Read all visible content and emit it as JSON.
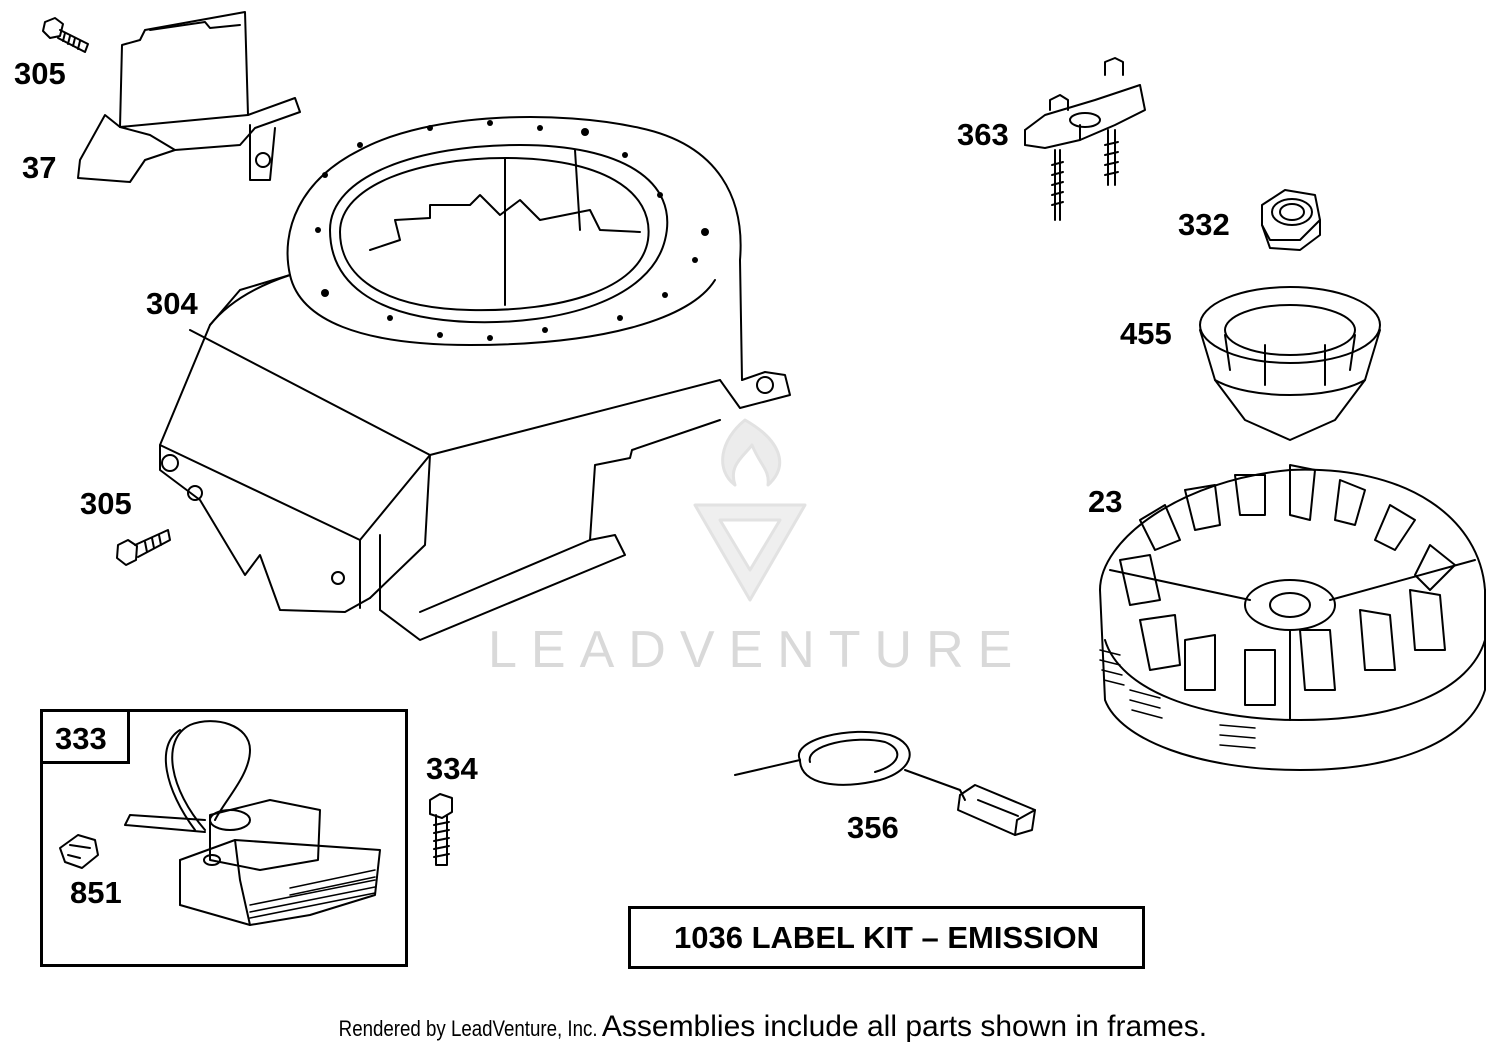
{
  "diagram": {
    "callouts": {
      "p305_top": "305",
      "p37": "37",
      "p304": "304",
      "p305_mid": "305",
      "p363": "363",
      "p332": "332",
      "p455": "455",
      "p23": "23",
      "p333": "333",
      "p851": "851",
      "p334": "334",
      "p356": "356"
    },
    "label_kit": "1036 LABEL KIT – EMISSION",
    "watermark": "LEADVENTURE"
  },
  "footer": {
    "credit": "Rendered by LeadVenture, Inc.",
    "note": "Assemblies include all parts shown in frames."
  },
  "colors": {
    "line": "#000000",
    "watermark": "#d9d9d9",
    "background": "#ffffff"
  }
}
